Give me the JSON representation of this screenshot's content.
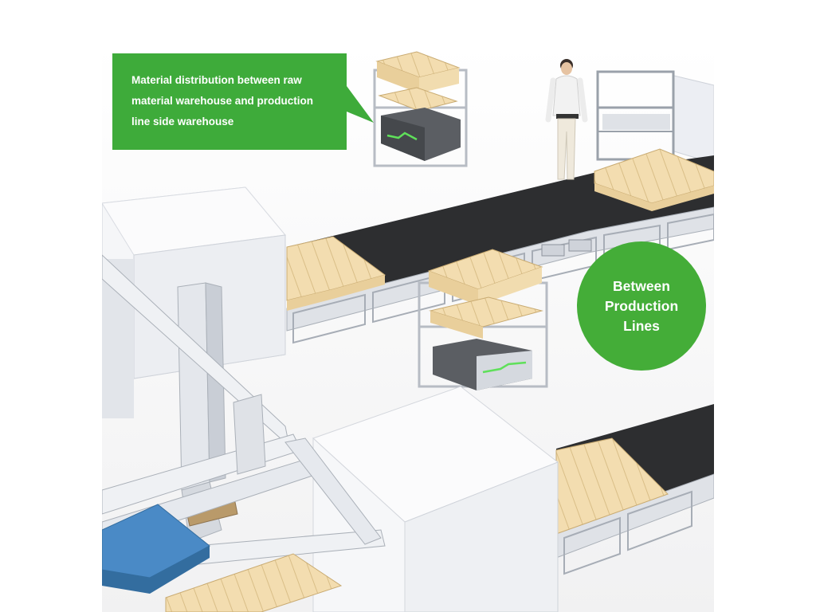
{
  "callouts": {
    "raw_material": {
      "lines": [
        "Material distribution between raw",
        "material warehouse and production",
        "line side warehouse"
      ]
    },
    "production_lines": {
      "lines": [
        "Between",
        "Production",
        "Lines"
      ]
    }
  },
  "colors": {
    "callout_green": "#3eab3a",
    "circle_green": "#44ad38",
    "belt": "#2b2b2b",
    "cargo": "#f1dcaf",
    "pallet": "#4a8ac6",
    "machine": "#f1f1f4"
  },
  "icons": {
    "agv": "agv-robot-icon",
    "worker": "worker-figure",
    "gantry": "gantry-robot"
  }
}
